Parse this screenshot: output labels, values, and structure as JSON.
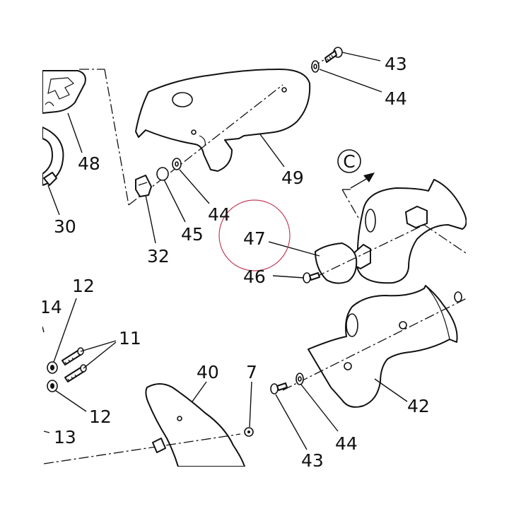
{
  "diagram": {
    "detail_marker": "C",
    "part_numbers": {
      "p43_top": "43",
      "p44_top": "44",
      "p48": "48",
      "p49": "49",
      "p30": "30",
      "p44_mid": "44",
      "p45": "45",
      "p32": "32",
      "p47": "47",
      "p46": "46",
      "p12_top": "12",
      "p14": "14",
      "p11": "11",
      "p12_bottom": "12",
      "p13": "13",
      "p40": "40",
      "p7": "7",
      "p42": "42",
      "p44_bottom": "44",
      "p43_bottom": "43"
    },
    "highlight_color": "#c0405a"
  }
}
